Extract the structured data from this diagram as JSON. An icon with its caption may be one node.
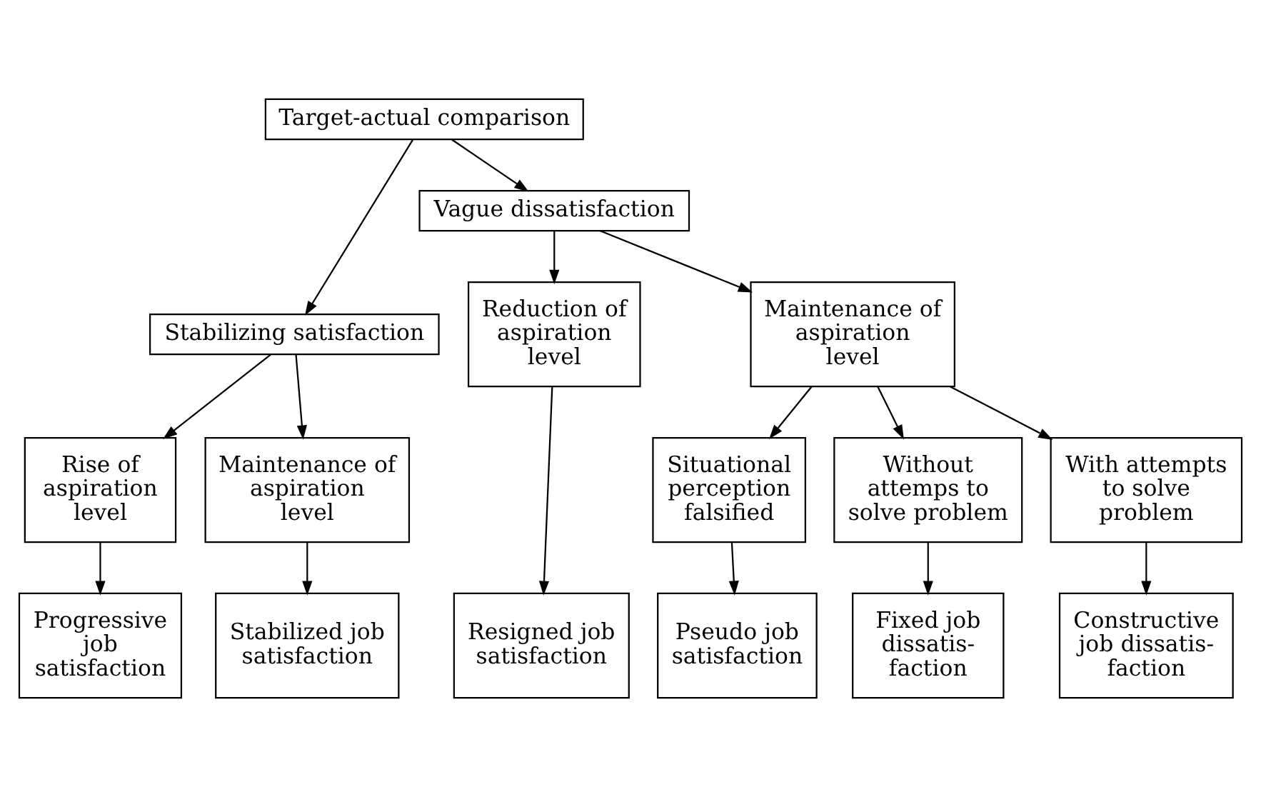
{
  "diagram": {
    "nodes": [
      {
        "text": [
          "Target-actual comparison"
        ]
      },
      {
        "text": [
          "Stabilizing satisfaction"
        ]
      },
      {
        "text": [
          "Vague dissatisfaction"
        ]
      },
      {
        "text": [
          "Rise of aspiration level"
        ]
      },
      {
        "text": [
          "Maintenance of aspiration level"
        ]
      },
      {
        "text": [
          "Reduction of aspiration level"
        ]
      },
      {
        "text": [
          "Maintenance of aspiration level"
        ]
      },
      {
        "text": [
          "Situational perception falsified"
        ]
      },
      {
        "text": [
          "Without attemps to solve problem"
        ]
      },
      {
        "text": [
          "With attempts to solve problem"
        ]
      },
      {
        "text": [
          "Progressive job satisfaction"
        ]
      },
      {
        "text": [
          "Stabilized job satisfaction"
        ]
      },
      {
        "text": [
          "Resigned job satisfaction"
        ]
      },
      {
        "text": [
          "Pseudo job satisfaction"
        ]
      },
      {
        "text": [
          "Fixed job dissatis- faction"
        ]
      },
      {
        "text": [
          "Constructive job dissatis- faction"
        ]
      }
    ],
    "edges": [
      {
        "from": 0,
        "to": 1,
        "arrow": "to"
      },
      {
        "from": 0,
        "to": 2,
        "arrow": "to"
      },
      {
        "from": 1,
        "to": 3,
        "arrow": "to"
      },
      {
        "from": 1,
        "to": 4,
        "arrow": "to"
      },
      {
        "from": 2,
        "to": 5,
        "arrow": "to"
      },
      {
        "from": 2,
        "to": 6,
        "arrow": "to"
      },
      {
        "from": 3,
        "to": 10,
        "arrow": "to"
      },
      {
        "from": 4,
        "to": 11,
        "arrow": "to"
      },
      {
        "from": 5,
        "to": 12,
        "arrow": "to"
      },
      {
        "from": 6,
        "to": 7,
        "arrow": "to"
      },
      {
        "from": 6,
        "to": 8,
        "arrow": "to"
      },
      {
        "from": 6,
        "to": 9,
        "arrow": "to"
      },
      {
        "from": 7,
        "to": 13,
        "arrow": "to"
      },
      {
        "from": 8,
        "to": 14,
        "arrow": "to"
      },
      {
        "from": 9,
        "to": 15,
        "arrow": "to"
      }
    ]
  }
}
